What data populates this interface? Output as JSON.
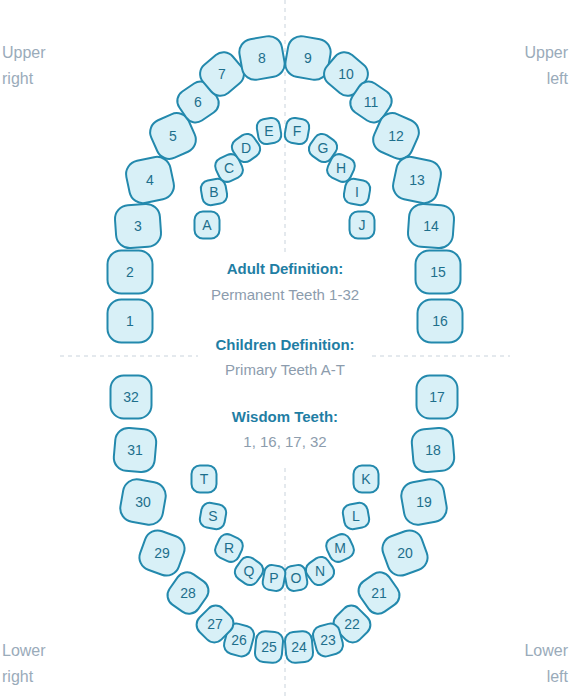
{
  "diagram": {
    "nodes": [
      {
        "text": [
          "1"
        ]
      },
      {
        "text": [
          "2"
        ]
      },
      {
        "text": [
          "3"
        ]
      },
      {
        "text": [
          "4"
        ]
      },
      {
        "text": [
          "5"
        ]
      },
      {
        "text": [
          "6"
        ]
      },
      {
        "text": [
          "7"
        ]
      },
      {
        "text": [
          "8"
        ]
      },
      {
        "text": [
          "9"
        ]
      },
      {
        "text": [
          "10"
        ]
      },
      {
        "text": [
          "11"
        ]
      },
      {
        "text": [
          "12"
        ]
      },
      {
        "text": [
          "13"
        ]
      },
      {
        "text": [
          "14"
        ]
      },
      {
        "text": [
          "15"
        ]
      },
      {
        "text": [
          "16"
        ]
      },
      {
        "text": [
          "17"
        ]
      },
      {
        "text": [
          "18"
        ]
      },
      {
        "text": [
          "19"
        ]
      },
      {
        "text": [
          "20"
        ]
      },
      {
        "text": [
          "21"
        ]
      },
      {
        "text": [
          "22"
        ]
      },
      {
        "text": [
          "23"
        ]
      },
      {
        "text": [
          "24"
        ]
      },
      {
        "text": [
          "25"
        ]
      },
      {
        "text": [
          "26"
        ]
      },
      {
        "text": [
          "27"
        ]
      },
      {
        "text": [
          "28"
        ]
      },
      {
        "text": [
          "29"
        ]
      },
      {
        "text": [
          "30"
        ]
      },
      {
        "text": [
          "31"
        ]
      },
      {
        "text": [
          "32"
        ]
      },
      {
        "text": [
          "A"
        ]
      },
      {
        "text": [
          "B"
        ]
      },
      {
        "text": [
          "C"
        ]
      },
      {
        "text": [
          "D"
        ]
      },
      {
        "text": [
          "E"
        ]
      },
      {
        "text": [
          "F"
        ]
      },
      {
        "text": [
          "G"
        ]
      },
      {
        "text": [
          "H"
        ]
      },
      {
        "text": [
          "I"
        ]
      },
      {
        "text": [
          "J"
        ]
      },
      {
        "text": [
          "K"
        ]
      },
      {
        "text": [
          "L"
        ]
      },
      {
        "text": [
          "M"
        ]
      },
      {
        "text": [
          "N"
        ]
      },
      {
        "text": [
          "O"
        ]
      },
      {
        "text": [
          "P"
        ]
      },
      {
        "text": [
          "Q"
        ]
      },
      {
        "text": [
          "R"
        ]
      },
      {
        "text": [
          "S"
        ]
      },
      {
        "text": [
          "T"
        ]
      }
    ],
    "labels": [
      "Upper right",
      "Upper left",
      "Adult Definition:",
      "Permanent Teeth 1-32",
      "Children Definition:",
      "Primary Teeth A-T",
      "Wisdom Teeth:",
      "1, 16, 17, 32",
      "Lower right",
      "Lower left"
    ]
  }
}
